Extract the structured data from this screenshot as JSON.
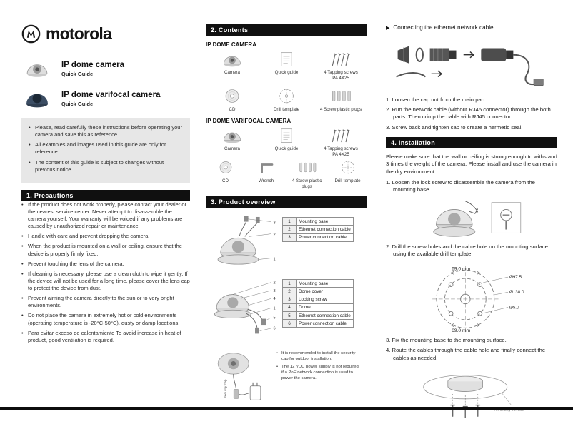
{
  "brand": {
    "wordmark": "motorola"
  },
  "products": [
    {
      "title": "IP dome camera",
      "subtitle": "Quick Guide"
    },
    {
      "title": "IP dome varifocal camera",
      "subtitle": "Quick Guide"
    }
  ],
  "intro": {
    "notes": [
      "Please, read carefully these instructions before operating your camera and save this as reference.",
      "All examples and images used in this guide are only for reference.",
      "The content of this guide is subject to changes without previous notice."
    ]
  },
  "precautions": {
    "title": "1.  Precautions",
    "items": [
      "If the product does not work properly, please contact your dealer or the nearest service center. Never attempt to disassemble the camera yourself. Your warranty will be voided if any problems are caused by unauthorized repair or maintenance.",
      "Handle with care and prevent dropping the camera.",
      "When the product is mounted on a wall or ceiling, ensure that the device is properly firmly fixed.",
      "Prevent touching the lens of the camera.",
      "If cleaning is necessary, please use a clean cloth to wipe it gently. If the device will not be used for a long time, please cover the lens cap to protect the device from dust.",
      "Prevent aiming the camera directly to the sun or to very bright environments.",
      "Do not place the camera in extremely hot or cold environments (operating temperature is -20°C-50°C), dusty or damp locations.",
      "Para evitar exceso de calentamiento  To avoid increase in heat of product, good ventilation is required."
    ]
  },
  "contents": {
    "title": "2.   Contents",
    "dome": {
      "heading": "IP DOME CAMERA",
      "items": [
        {
          "label": "Camera"
        },
        {
          "label": "Quick guide"
        },
        {
          "label": "4 Tapping screws",
          "sub": "PA 4X25"
        },
        {
          "label": "CD"
        },
        {
          "label": "Drill template"
        },
        {
          "label": "4 Screw plastic plugs"
        }
      ]
    },
    "varifocal": {
      "heading": "IP DOME VARIFOCAL CAMERA",
      "items": [
        {
          "label": "Camera"
        },
        {
          "label": "Quick guide"
        },
        {
          "label": "4 Tapping screws",
          "sub": "PA 4X25"
        },
        {
          "label": "CD"
        },
        {
          "label": "Wrench"
        },
        {
          "label": "4 Screw plastic plugs"
        },
        {
          "label": "Drill template"
        }
      ]
    }
  },
  "overview": {
    "title": "3.  Product overview",
    "table1": {
      "rows": [
        {
          "num": "1",
          "label": "Mounting base"
        },
        {
          "num": "2",
          "label": "Ethernet connection cable"
        },
        {
          "num": "3",
          "label": "Power connection cable"
        }
      ]
    },
    "table2": {
      "rows": [
        {
          "num": "1",
          "label": "Mounting base"
        },
        {
          "num": "2",
          "label": "Dome cover"
        },
        {
          "num": "3",
          "label": "Locking screw"
        },
        {
          "num": "4",
          "label": "Dome"
        },
        {
          "num": "5",
          "label": "Ethernet connection cable"
        },
        {
          "num": "6",
          "label": "Power connection cable"
        }
      ]
    },
    "security_cap_label": "Security cap",
    "notes": [
      "It is recommended to install the security cap for outdoor installation.",
      "The 12 VDC power supply is not required if a PoE network connection is used to power the camera."
    ]
  },
  "ethernet": {
    "marker": "▶",
    "title": "Connecting the ethernet network cable",
    "steps": [
      "1. Loosen the cap nut from the main part.",
      "2. Run the network cable (without RJ45 connector) through the both parts. Then crimp the cable with RJ45 connector.",
      "3. Screw back and tighten cap to create a hermetic seal."
    ]
  },
  "installation": {
    "title": "4.  Installation",
    "intro": "Please make sure that the wall or ceiling is strong enough to withstand 3 times the weight of the camera. Please install and use the camera in the dry environment.",
    "steps": [
      "1.  Loosen the lock screw to disassemble the camera from the mounting base.",
      "2.  Drill the screw holes and the cable hole on the mounting surface using the available drill template.",
      "3.  Fix the mounting base to the mounting surface.",
      "4.  Route the cables through the cable hole and finally connect the cables as needed."
    ],
    "template_dims": {
      "top": "69.0 mm",
      "inner": "Ø97.5",
      "outer": "Ø138.0",
      "hole": "Ø5.0",
      "bottom": "69.0 mm"
    },
    "mounting_surface_label": "Mounting surface"
  },
  "colors": {
    "section_bar": "#101010",
    "intro_box": "#e7e7e7"
  }
}
